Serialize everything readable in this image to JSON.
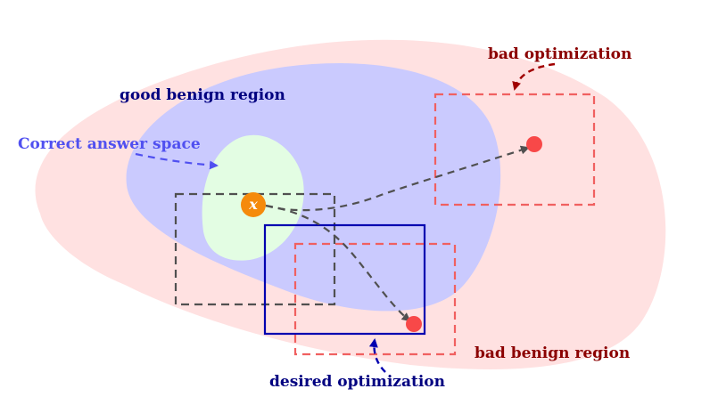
{
  "labels": {
    "bad_optimization": "bad optimization",
    "good_benign_region": "good benign region",
    "correct_answer_space": "Correct answer space",
    "bad_benign_region": "bad benign region",
    "desired_optimization": "desired optimization",
    "point_x": "x"
  },
  "colors": {
    "outer_region": "#ffe1e1",
    "good_region": "#cacafe",
    "correct_space": "#e3fde3",
    "dark_red_text": "#8b0000",
    "navy_text": "#000080",
    "blue_text": "#5050f0",
    "dashed_gray": "#505050",
    "dashed_red": "#f06060",
    "navy_box": "#0000b0",
    "point_orange": "#f58a0b",
    "point_red": "#f84848"
  }
}
